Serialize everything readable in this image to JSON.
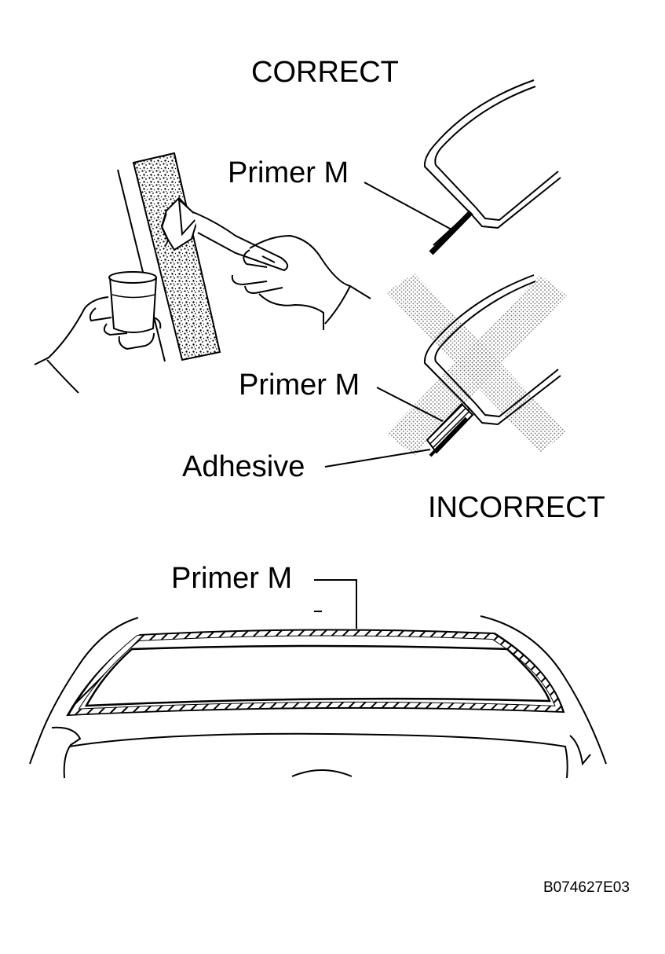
{
  "labels": {
    "correct": "CORRECT",
    "incorrect": "INCORRECT",
    "primer_correct": "Primer M",
    "primer_incorrect": "Primer M",
    "adhesive": "Adhesive",
    "primer_window": "Primer M"
  },
  "figure_code": "B074627E03",
  "icons": {
    "incorrect_mark": "cross-out-x-icon"
  }
}
